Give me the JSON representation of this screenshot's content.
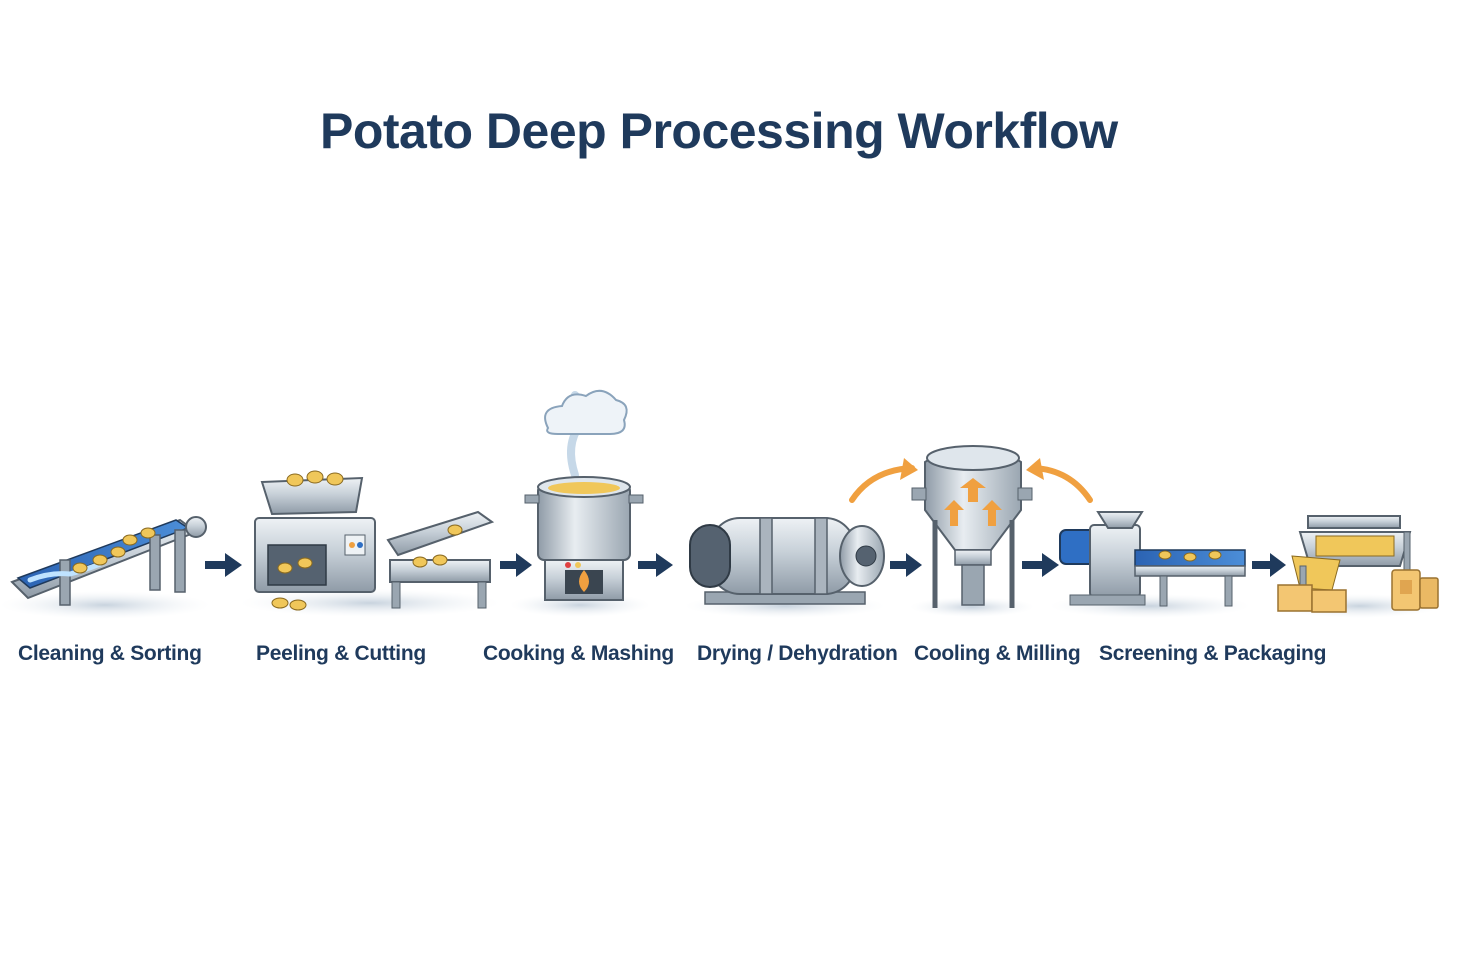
{
  "title": "Potato Deep Processing Workflow",
  "steps": [
    {
      "label": "Cleaning & Sorting",
      "icon": "conveyor-washer-icon"
    },
    {
      "label": "Peeling & Cutting",
      "icon": "peeler-cutter-icon"
    },
    {
      "label": "Cooking & Mashing",
      "icon": "steam-cooker-icon"
    },
    {
      "label": "Drying / Dehydration",
      "icon": "rotary-dryer-icon"
    },
    {
      "label": "Cooling & Milling",
      "icon": "cooling-silo-icon"
    },
    {
      "label": "Screening & Packaging",
      "icon": "packaging-machine-icon"
    }
  ],
  "colors": {
    "title": "#1f3a5c",
    "arrow": "#1f3a5c",
    "steel": "#c9d2da",
    "steel_dark": "#8a96a3",
    "potato": "#f0c75a",
    "belt_blue": "#2f6fc4",
    "heat_orange": "#f0a040"
  }
}
